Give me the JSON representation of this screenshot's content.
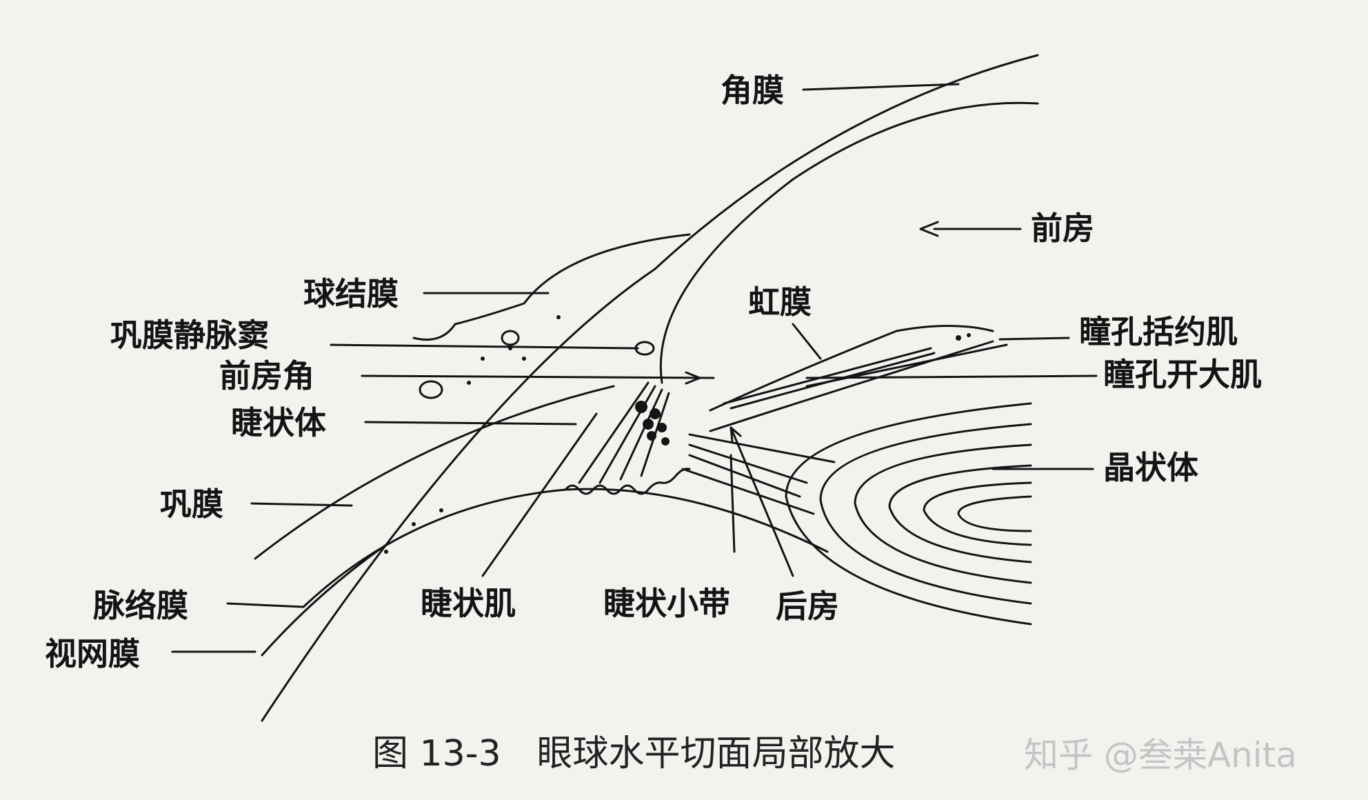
{
  "labels": {
    "cornea": "角膜",
    "anterior_chamber": "前房",
    "bulbar_conjunctiva": "球结膜",
    "iris": "虹膜",
    "scleral_venous_sinus": "巩膜静脉窦",
    "sphincter_pupillae": "瞳孔括约肌",
    "anterior_chamber_angle": "前房角",
    "dilator_pupillae": "瞳孔开大肌",
    "ciliary_body": "睫状体",
    "lens": "晶状体",
    "sclera": "巩膜",
    "choroid": "脉络膜",
    "retina": "视网膜",
    "ciliary_muscle": "睫状肌",
    "ciliary_zonule": "睫状小带",
    "posterior_chamber": "后房"
  },
  "caption": "图 13-3　眼球水平切面局部放大",
  "watermark": "知乎 @叁桒Anita",
  "colors": {
    "ink": "#141414",
    "paper": "#f3f2ef",
    "watermark": "#c4c4c4"
  }
}
